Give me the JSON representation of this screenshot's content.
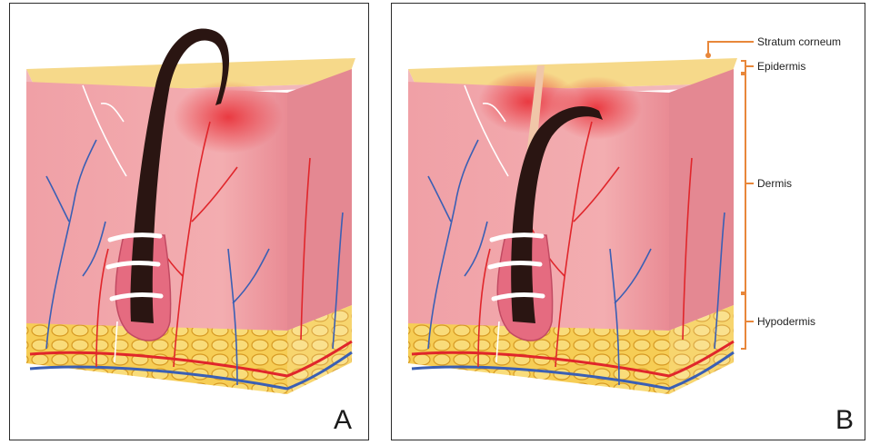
{
  "panels": [
    {
      "letter": "A"
    },
    {
      "letter": "B"
    }
  ],
  "layer_labels": {
    "stratum_corneum": "Stratum corneum",
    "epidermis": "Epidermis",
    "dermis": "Dermis",
    "hypodermis": "Hypodermis"
  },
  "colors": {
    "surface": "#f6d98a",
    "dermis": "#f2a0a4",
    "dermis_dark": "#e07f86",
    "fat": "#f4c94b",
    "hair": "#2a1512",
    "artery": "#e0262b",
    "vein": "#3a5fb4",
    "nerve": "#ffffff",
    "bracket": "#e8873a",
    "inflammation": "#e8262e"
  }
}
